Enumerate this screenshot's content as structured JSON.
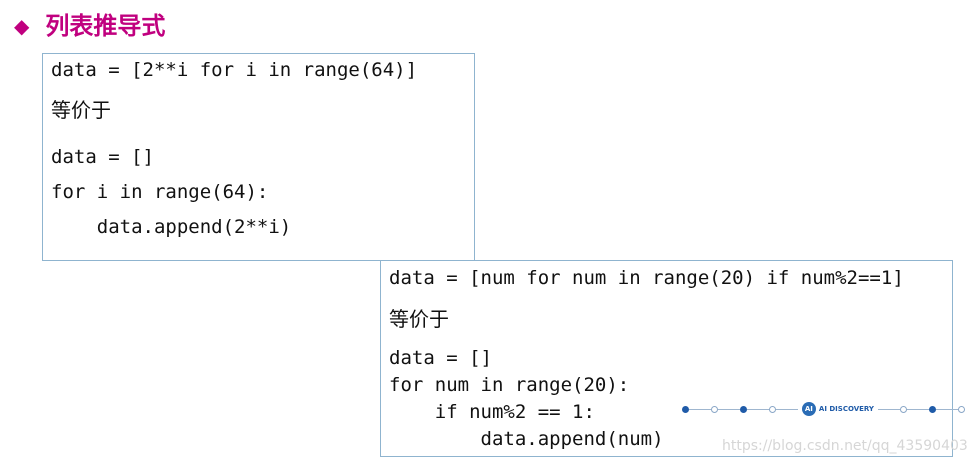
{
  "slide": {
    "bullet": "◆",
    "title": "列表推导式"
  },
  "example1": {
    "lines": [
      "data = [2**i for i in range(64)]",
      "等价于",
      "data = []",
      "for i in range(64):",
      "    data.append(2**i)"
    ]
  },
  "example2": {
    "lines": [
      "data = [num for num in range(20) if num%2==1]",
      "等价于",
      "data = []",
      "for num in range(20):",
      "    if num%2 == 1:",
      "        data.append(num)"
    ]
  },
  "footer": {
    "logo_mark": "AI",
    "logo_text": "AI DISCOVERY",
    "watermark": "https://blog.csdn.net/qq_43590403"
  }
}
